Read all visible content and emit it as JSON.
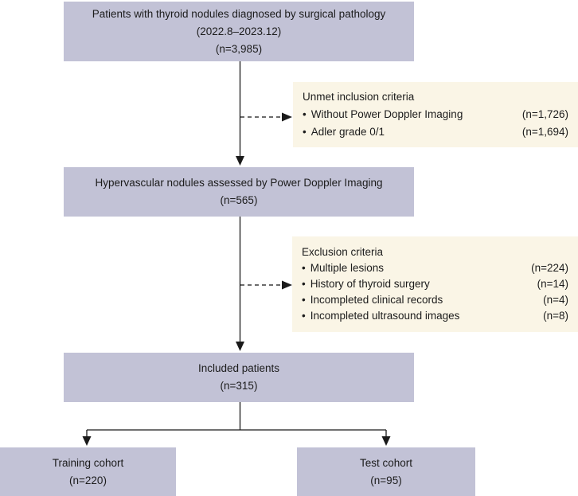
{
  "figure": {
    "type": "patient-flow-diagram",
    "colors": {
      "process_box_fill": "#c2c2d6",
      "criteria_box_fill": "#faf5e6",
      "text": "#1c1c1c",
      "arrow_line": "#1a1a1a",
      "dashed_line": "#3a3a3a"
    },
    "boxes": {
      "initial": {
        "line1": "Patients with thyroid nodules diagnosed by surgical pathology",
        "line2": "(2022.8–2023.12)",
        "line3": "(n=3,985)"
      },
      "hypervascular": {
        "line1": "Hypervascular nodules assessed by Power Doppler Imaging",
        "line2": "(n=565)"
      },
      "included": {
        "line1": "Included patients",
        "line2": "(n=315)"
      },
      "training": {
        "line1": "Training cohort",
        "line2": "(n=220)"
      },
      "test": {
        "line1": "Test cohort",
        "line2": "(n=95)"
      }
    },
    "criteria": {
      "bullet": "•",
      "unmet": {
        "title": "Unmet inclusion criteria",
        "items": [
          {
            "label": "Without Power Doppler Imaging",
            "count": "(n=1,726)"
          },
          {
            "label": "Adler grade 0/1",
            "count": "(n=1,694)"
          }
        ]
      },
      "exclusion": {
        "title": "Exclusion criteria",
        "items": [
          {
            "label": "Multiple lesions",
            "count": "(n=224)"
          },
          {
            "label": "History of thyroid surgery",
            "count": "(n=14)"
          },
          {
            "label": "Incompleted clinical records",
            "count": "(n=4)"
          },
          {
            "label": "Incompleted ultrasound images",
            "count": "(n=8)"
          }
        ]
      }
    }
  }
}
